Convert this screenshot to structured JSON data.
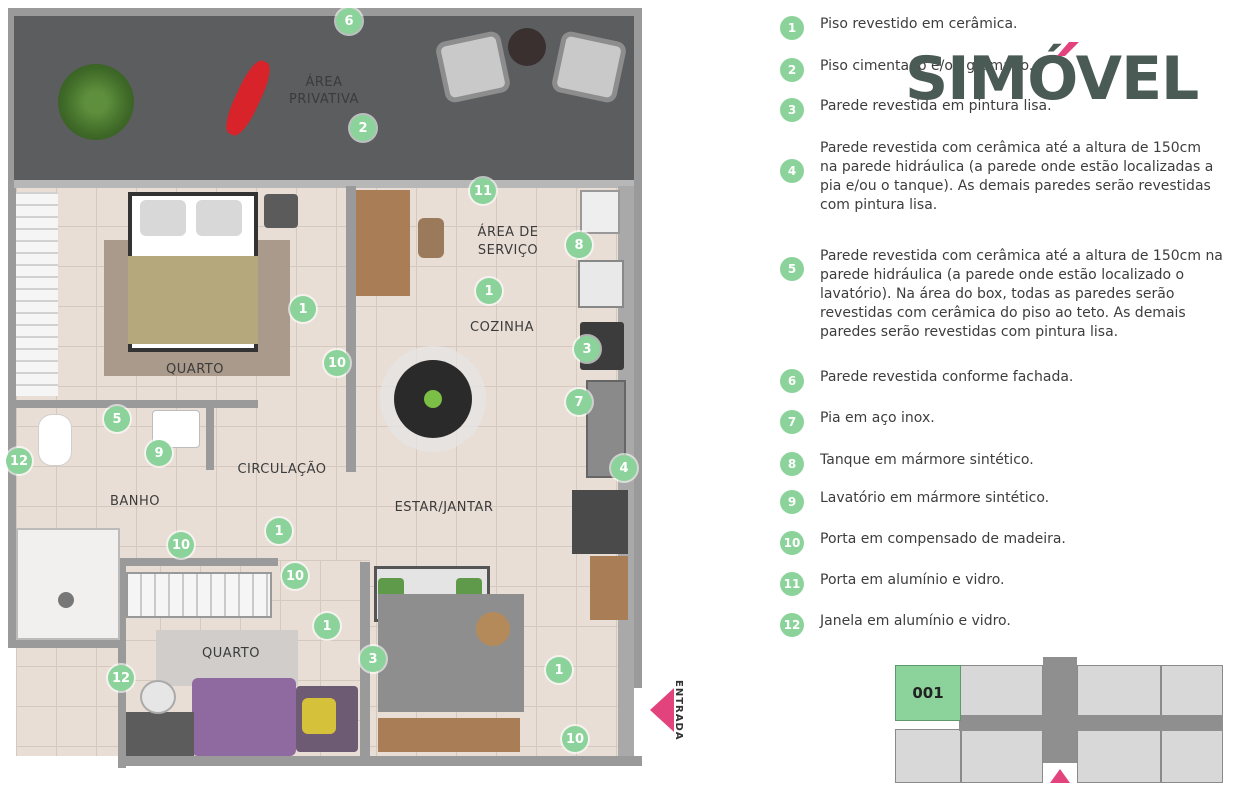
{
  "rooms": {
    "area_privativa_line1": "ÁREA",
    "area_privativa_line2": "PRIVATIVA",
    "area_servico_line1": "ÁREA DE",
    "area_servico_line2": "SERVIÇO",
    "quarto_top": "QUARTO",
    "cozinha": "COZINHA",
    "circulacao": "CIRCULAÇÃO",
    "banho": "BANHO",
    "estar_jantar": "ESTAR/JANTAR",
    "quarto_bottom": "QUARTO"
  },
  "plan_badges": [
    "6",
    "2",
    "11",
    "8",
    "1",
    "1",
    "10",
    "3",
    "7",
    "5",
    "9",
    "12",
    "4",
    "1",
    "10",
    "10",
    "1",
    "3",
    "12",
    "1",
    "10"
  ],
  "entrance": {
    "label": "ENTRADA",
    "color": "#e2437c"
  },
  "legend": [
    {
      "num": "1",
      "text": "Piso revestido em cerâmica."
    },
    {
      "num": "2",
      "text": "Piso cimentado e/ou gramado."
    },
    {
      "num": "3",
      "text": "Parede revestida em pintura lisa."
    },
    {
      "num": "4",
      "text": "Parede revestida com cerâmica até a altura de 150cm na parede hidráulica (a parede onde estão localizadas a pia e/ou o tanque). As demais paredes serão revestidas com pintura lisa."
    },
    {
      "num": "5",
      "text": "Parede revestida com cerâmica até a altura de 150cm na parede hidráulica (a parede onde estão localizado o lavatório). Na área do box, todas as paredes serão revestidas com cerâmica do piso ao teto. As demais paredes serão revestidas com pintura lisa."
    },
    {
      "num": "6",
      "text": "Parede revestida conforme fachada."
    },
    {
      "num": "7",
      "text": "Pia em aço inox."
    },
    {
      "num": "8",
      "text": "Tanque em mármore sintético."
    },
    {
      "num": "9",
      "text": "Lavatório em mármore sintético."
    },
    {
      "num": "10",
      "text": "Porta em compensado de madeira."
    },
    {
      "num": "11",
      "text": "Porta em alumínio e vidro."
    },
    {
      "num": "12",
      "text": "Janela em alumínio e vidro."
    }
  ],
  "logo": {
    "text": "SIMÓVEL",
    "color": "#4a5a55",
    "accent_color": "#e2437c"
  },
  "keyplan": {
    "unit_label": "001",
    "active_color": "#8bd39a"
  },
  "colors": {
    "badge": "#8bd39a",
    "terrace": "#5b5d5f",
    "floor_tile": "#e8ded6"
  }
}
